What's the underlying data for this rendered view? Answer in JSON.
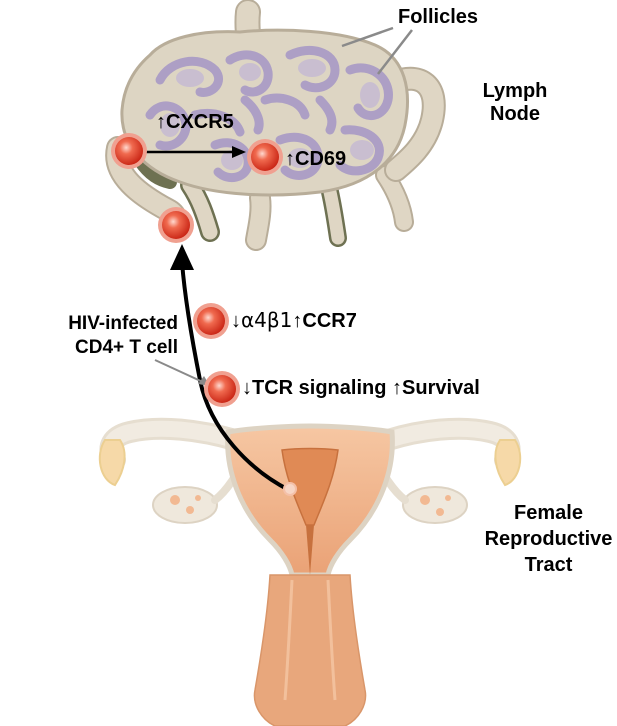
{
  "labels": {
    "follicles": "Follicles",
    "lymph_node": [
      "Lymph",
      "Node"
    ],
    "cxcr5": "CXCR5",
    "cd69": "CD69",
    "hiv_cell": [
      "HIV-infected",
      "CD4+ T cell"
    ],
    "alpha_beta": "α4β1",
    "ccr7": "CCR7",
    "tcr": "TCR signaling",
    "survival": "Survival",
    "frt": [
      "Female",
      "Reproductive",
      "Tract"
    ]
  },
  "arrow_glyphs": {
    "up": "↑",
    "down": "↓"
  },
  "colors": {
    "node_fill": "#ddd5c3",
    "node_stroke": "#b8ad99",
    "follicle": "#a89ac6",
    "vessel": "#dfd6c4",
    "vessel_dark": "#6e7152",
    "cell": "#e2402a",
    "cell_rim": "#f0a090",
    "uterus": "#f2b992",
    "uterus_inner": "#e08a55",
    "cervix": "#e8a77c",
    "tube": "#efe8dc",
    "ovary": "#f6d9a8"
  }
}
